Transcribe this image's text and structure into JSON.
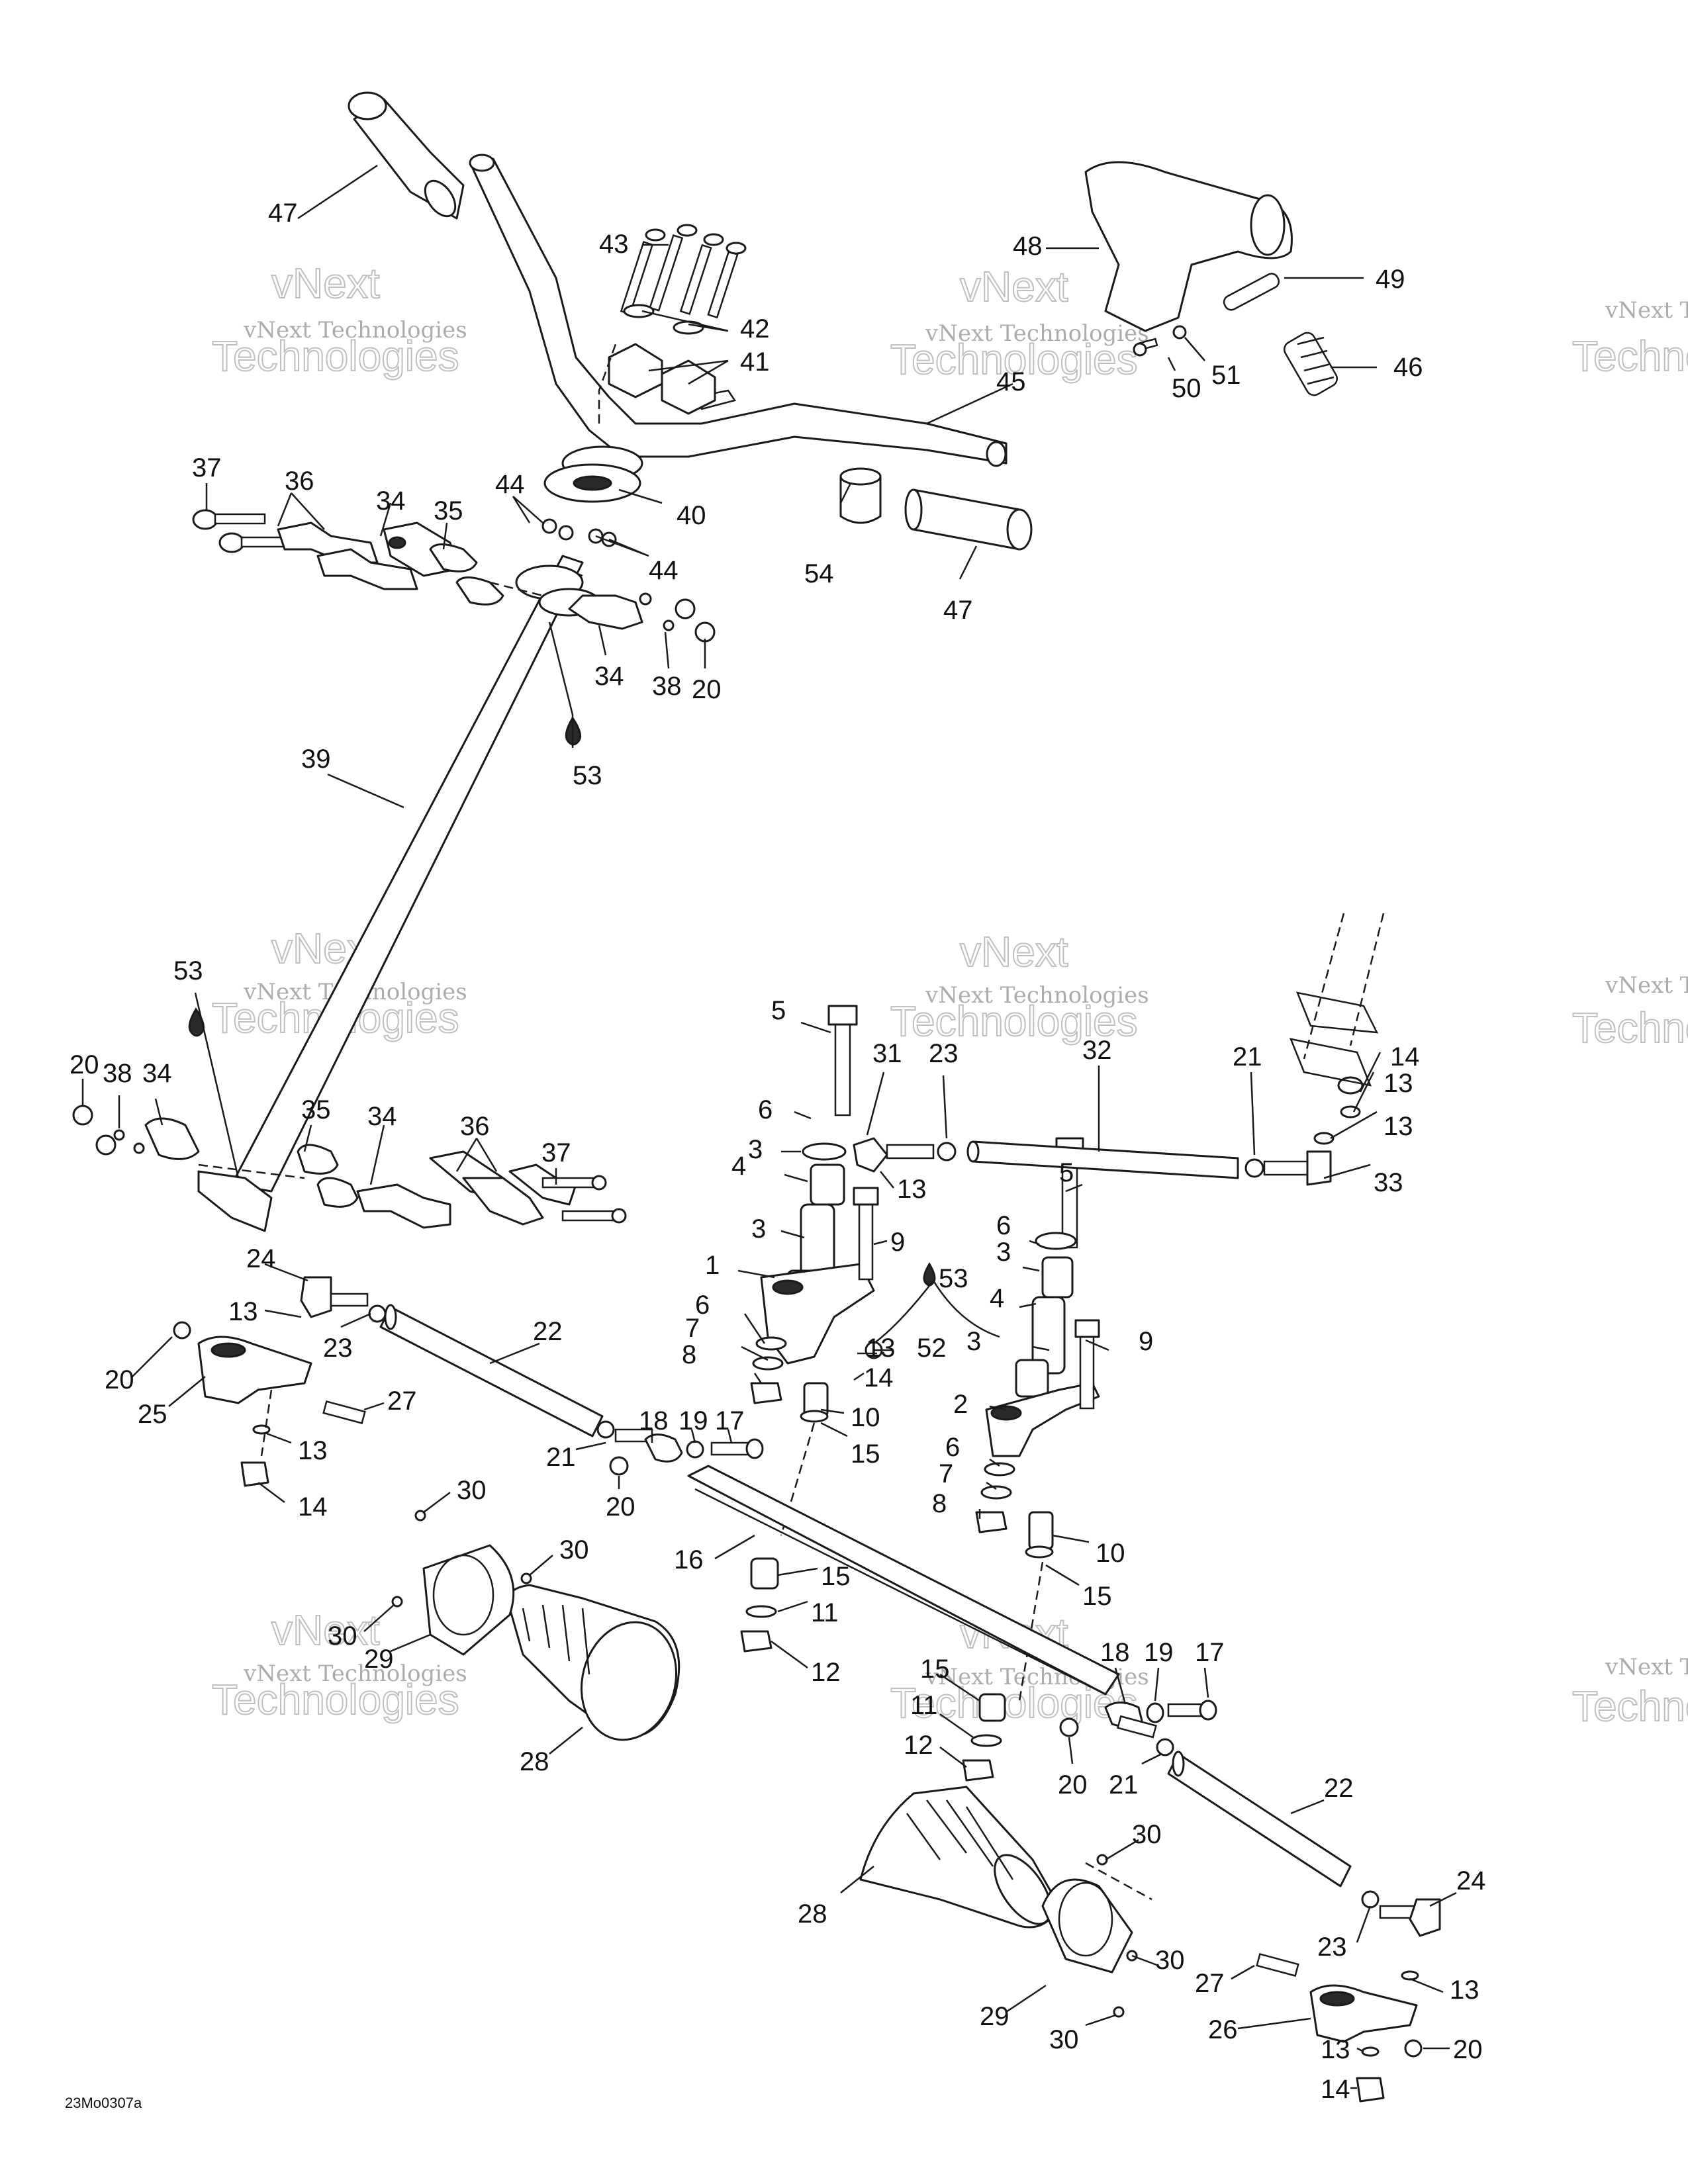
{
  "watermark": {
    "line1": "vNext Technologies",
    "line2": "Technologies",
    "line3": "vNext"
  },
  "figure_ref": "23Mo0307a",
  "callouts": [
    {
      "id": "c-47a",
      "label": "47"
    },
    {
      "id": "c-43",
      "label": "43"
    },
    {
      "id": "c-42",
      "label": "42"
    },
    {
      "id": "c-41",
      "label": "41"
    },
    {
      "id": "c-45",
      "label": "45"
    },
    {
      "id": "c-48",
      "label": "48"
    },
    {
      "id": "c-49",
      "label": "49"
    },
    {
      "id": "c-46",
      "label": "46"
    },
    {
      "id": "c-50",
      "label": "50"
    },
    {
      "id": "c-51",
      "label": "51"
    },
    {
      "id": "c-37a",
      "label": "37"
    },
    {
      "id": "c-36a",
      "label": "36"
    },
    {
      "id": "c-34a",
      "label": "34"
    },
    {
      "id": "c-35a",
      "label": "35"
    },
    {
      "id": "c-44a",
      "label": "44"
    },
    {
      "id": "c-40",
      "label": "40"
    },
    {
      "id": "c-44b",
      "label": "44"
    },
    {
      "id": "c-54",
      "label": "54"
    },
    {
      "id": "c-47b",
      "label": "47"
    },
    {
      "id": "c-34b",
      "label": "34"
    },
    {
      "id": "c-38a",
      "label": "38"
    },
    {
      "id": "c-20a",
      "label": "20"
    },
    {
      "id": "c-53a",
      "label": "53"
    },
    {
      "id": "c-39",
      "label": "39"
    },
    {
      "id": "c-53b",
      "label": "53"
    },
    {
      "id": "c-20b",
      "label": "20"
    },
    {
      "id": "c-38b",
      "label": "38"
    },
    {
      "id": "c-34c",
      "label": "34"
    },
    {
      "id": "c-35b",
      "label": "35"
    },
    {
      "id": "c-34d",
      "label": "34"
    },
    {
      "id": "c-36b",
      "label": "36"
    },
    {
      "id": "c-37b",
      "label": "37"
    },
    {
      "id": "c-5a",
      "label": "5"
    },
    {
      "id": "c-31",
      "label": "31"
    },
    {
      "id": "c-23a",
      "label": "23"
    },
    {
      "id": "c-32",
      "label": "32"
    },
    {
      "id": "c-21a",
      "label": "21"
    },
    {
      "id": "c-14a",
      "label": "14"
    },
    {
      "id": "c-13a",
      "label": "13"
    },
    {
      "id": "c-13b",
      "label": "13"
    },
    {
      "id": "c-33",
      "label": "33"
    },
    {
      "id": "c-6a",
      "label": "6"
    },
    {
      "id": "c-3a",
      "label": "3"
    },
    {
      "id": "c-13c",
      "label": "13"
    },
    {
      "id": "c-4a",
      "label": "4"
    },
    {
      "id": "c-9a",
      "label": "9"
    },
    {
      "id": "c-3b",
      "label": "3"
    },
    {
      "id": "c-5b",
      "label": "5"
    },
    {
      "id": "c-6b",
      "label": "6"
    },
    {
      "id": "c-3c",
      "label": "3"
    },
    {
      "id": "c-1",
      "label": "1"
    },
    {
      "id": "c-53c",
      "label": "53"
    },
    {
      "id": "c-6c",
      "label": "6"
    },
    {
      "id": "c-4b",
      "label": "4"
    },
    {
      "id": "c-7a",
      "label": "7"
    },
    {
      "id": "c-13d",
      "label": "13"
    },
    {
      "id": "c-52",
      "label": "52"
    },
    {
      "id": "c-3d",
      "label": "3"
    },
    {
      "id": "c-9b",
      "label": "9"
    },
    {
      "id": "c-8a",
      "label": "8"
    },
    {
      "id": "c-14b",
      "label": "14"
    },
    {
      "id": "c-2",
      "label": "2"
    },
    {
      "id": "c-10a",
      "label": "10"
    },
    {
      "id": "c-15a",
      "label": "15"
    },
    {
      "id": "c-6d",
      "label": "6"
    },
    {
      "id": "c-7b",
      "label": "7"
    },
    {
      "id": "c-8b",
      "label": "8"
    },
    {
      "id": "c-10b",
      "label": "10"
    },
    {
      "id": "c-15b",
      "label": "15"
    },
    {
      "id": "c-24a",
      "label": "24"
    },
    {
      "id": "c-13e",
      "label": "13"
    },
    {
      "id": "c-23b",
      "label": "23"
    },
    {
      "id": "c-22a",
      "label": "22"
    },
    {
      "id": "c-20c",
      "label": "20"
    },
    {
      "id": "c-25",
      "label": "25"
    },
    {
      "id": "c-27a",
      "label": "27"
    },
    {
      "id": "c-18a",
      "label": "18"
    },
    {
      "id": "c-19a",
      "label": "19"
    },
    {
      "id": "c-17a",
      "label": "17"
    },
    {
      "id": "c-21b",
      "label": "21"
    },
    {
      "id": "c-13f",
      "label": "13"
    },
    {
      "id": "c-20d",
      "label": "20"
    },
    {
      "id": "c-14c",
      "label": "14"
    },
    {
      "id": "c-16",
      "label": "16"
    },
    {
      "id": "c-30a",
      "label": "30"
    },
    {
      "id": "c-30b",
      "label": "30"
    },
    {
      "id": "c-30c",
      "label": "30"
    },
    {
      "id": "c-29a",
      "label": "29"
    },
    {
      "id": "c-28a",
      "label": "28"
    },
    {
      "id": "c-15c",
      "label": "15"
    },
    {
      "id": "c-11a",
      "label": "11"
    },
    {
      "id": "c-12a",
      "label": "12"
    },
    {
      "id": "c-15d",
      "label": "15"
    },
    {
      "id": "c-11b",
      "label": "11"
    },
    {
      "id": "c-12b",
      "label": "12"
    },
    {
      "id": "c-18b",
      "label": "18"
    },
    {
      "id": "c-19b",
      "label": "19"
    },
    {
      "id": "c-17b",
      "label": "17"
    },
    {
      "id": "c-20e",
      "label": "20"
    },
    {
      "id": "c-21c",
      "label": "21"
    },
    {
      "id": "c-22b",
      "label": "22"
    },
    {
      "id": "c-30d",
      "label": "30"
    },
    {
      "id": "c-28b",
      "label": "28"
    },
    {
      "id": "c-24b",
      "label": "24"
    },
    {
      "id": "c-23c",
      "label": "23"
    },
    {
      "id": "c-30e",
      "label": "30"
    },
    {
      "id": "c-27b",
      "label": "27"
    },
    {
      "id": "c-13g",
      "label": "13"
    },
    {
      "id": "c-26",
      "label": "26"
    },
    {
      "id": "c-29b",
      "label": "29"
    },
    {
      "id": "c-13h",
      "label": "13"
    },
    {
      "id": "c-20f",
      "label": "20"
    },
    {
      "id": "c-14d",
      "label": "14"
    },
    {
      "id": "c-30f",
      "label": "30"
    }
  ]
}
